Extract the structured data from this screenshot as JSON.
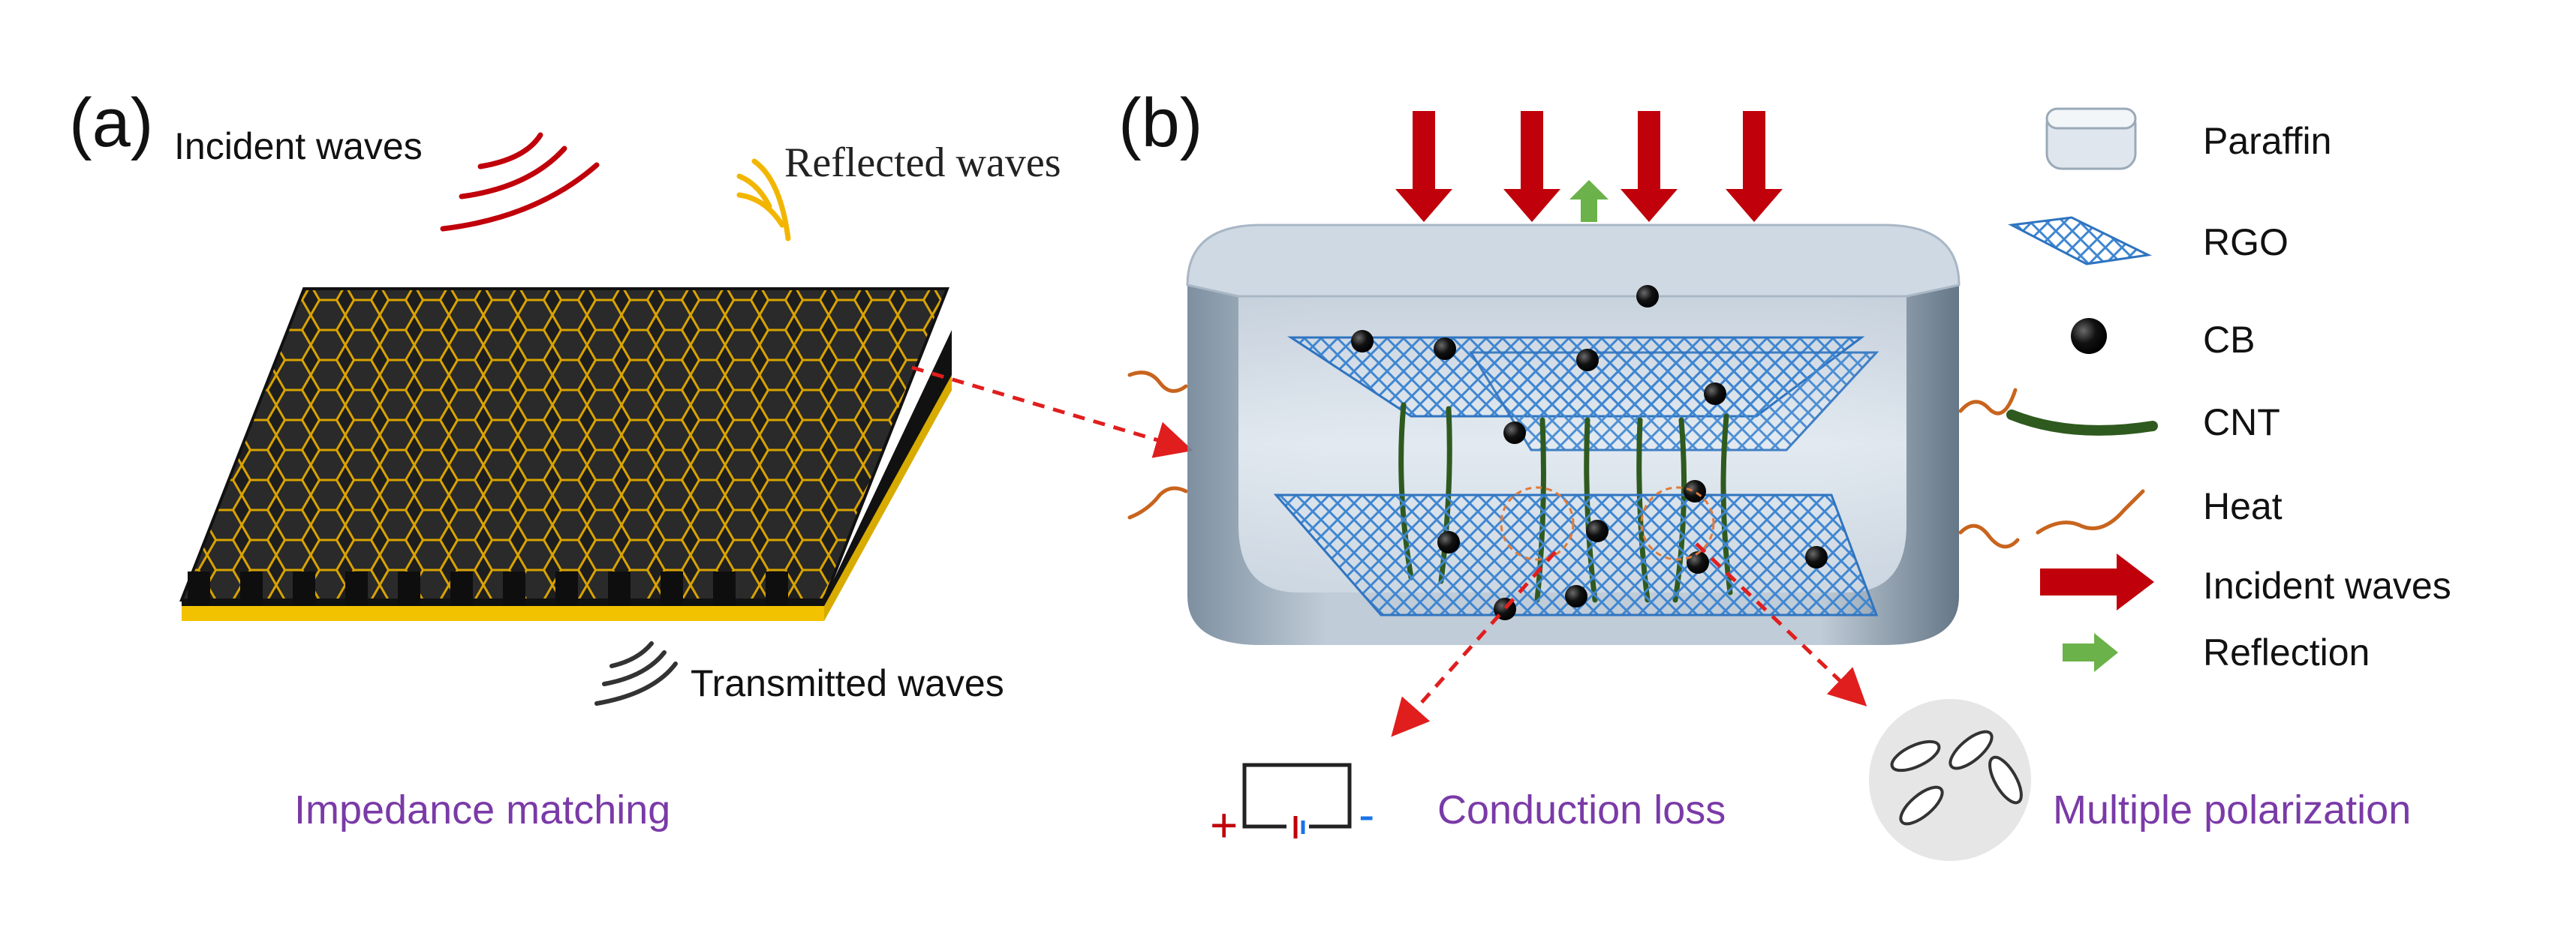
{
  "panel_a": {
    "label": "(a)",
    "incident_label": "Incident waves",
    "reflected_label": "Reflected waves",
    "transmitted_label": "Transmitted waves",
    "mechanism_label": "Impedance matching"
  },
  "panel_b": {
    "label": "(b)",
    "conduction_label": "Conduction loss",
    "polarization_label": "Multiple polarization",
    "battery_plus": "+",
    "battery_minus": "-"
  },
  "legend": {
    "items": [
      {
        "icon": "paraffin-block-icon",
        "label": "Paraffin"
      },
      {
        "icon": "rgo-sheet-icon",
        "label": "RGO"
      },
      {
        "icon": "cb-sphere-icon",
        "label": "CB"
      },
      {
        "icon": "cnt-tube-icon",
        "label": "CNT"
      },
      {
        "icon": "heat-wave-icon",
        "label": "Heat"
      },
      {
        "icon": "incident-arrow-icon",
        "label": "Incident waves"
      },
      {
        "icon": "reflection-arrow-icon",
        "label": "Reflection"
      }
    ]
  },
  "colors": {
    "incident_red": "#c0000a",
    "reflected_yellow": "#f2b600",
    "transmitted_gray": "#333333",
    "honeycomb_gold": "#e8b300",
    "rgo_blue": "#4a90d9",
    "cnt_green": "#2f5a1f",
    "heat_orange": "#c8641e",
    "reflection_green": "#6bb24a",
    "mechanism_purple": "#7a3aa7",
    "paraffin_gray": "#b8c8d8"
  }
}
